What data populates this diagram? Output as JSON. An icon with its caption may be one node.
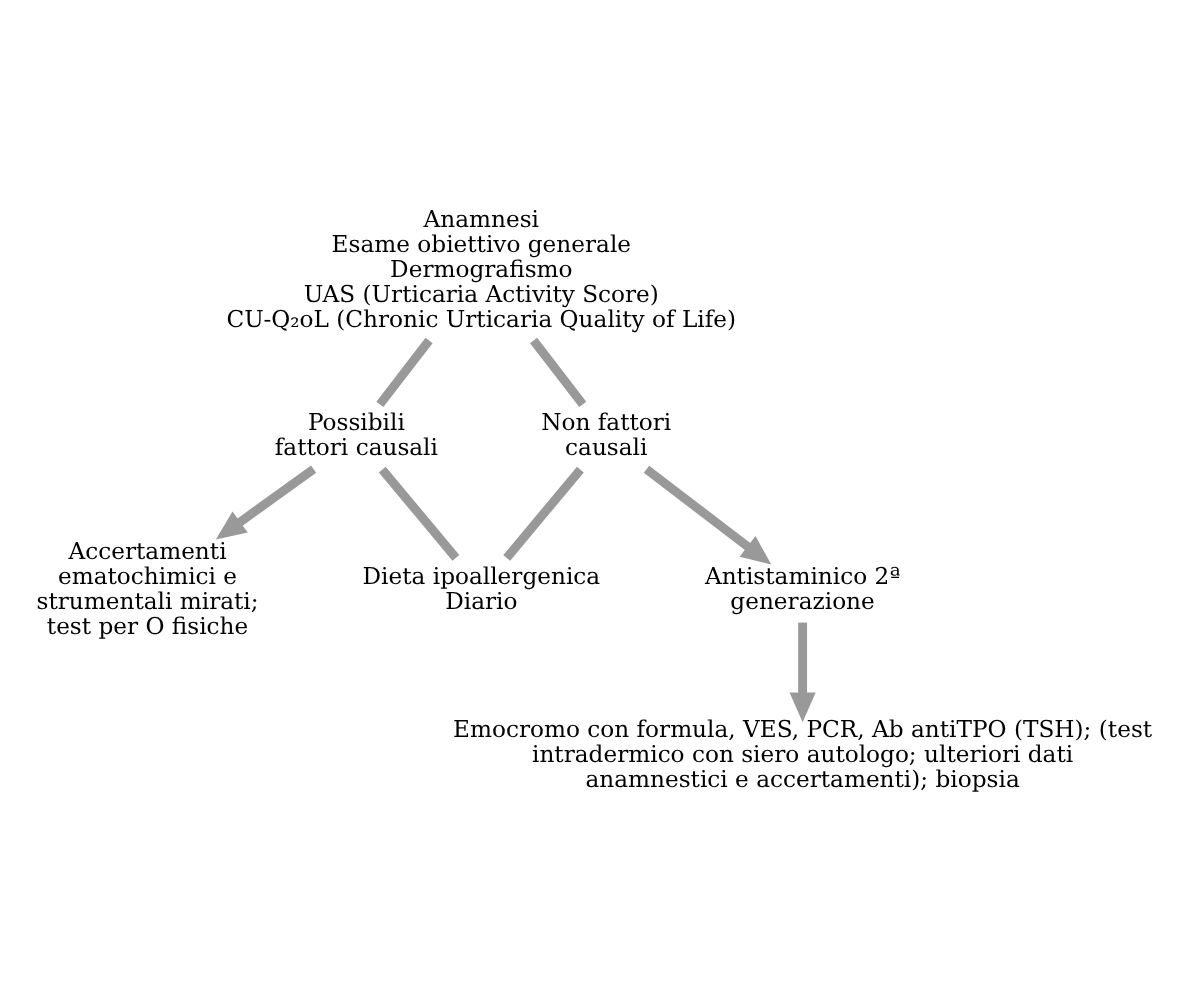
{
  "diagram": {
    "nodes": [
      {
        "text": [
          "Anamnesi",
          "Esame obiettivo generale",
          "Dermografismo",
          "UAS (Urticaria Activity Score)",
          "CU-Q₂oL (Chronic Urticaria Quality of Life)"
        ]
      },
      {
        "text": [
          "Possibili fattori causali"
        ]
      },
      {
        "text": [
          "Non fattori causali"
        ]
      },
      {
        "text": [
          "Dieta ipoallergenica",
          "Diario"
        ]
      },
      {
        "text": [
          "Accertamenti ematochimici e strumentali mirati; test per O fisiche"
        ]
      },
      {
        "text": [
          "Antistaminico 2ª generazione"
        ]
      },
      {
        "text": [
          "Emocromo con formula, VES, PCR, Ab antiTPO (TSH); (test intradermico con siero autologo; ulteriori dati anamnestici e accertamenti); biopsia"
        ]
      }
    ],
    "edges": [
      {
        "from": 0,
        "to": 1,
        "arrow": "none"
      },
      {
        "from": 0,
        "to": 2,
        "arrow": "none"
      },
      {
        "from": 1,
        "to": 3,
        "arrow": "none"
      },
      {
        "from": 2,
        "to": 3,
        "arrow": "none"
      },
      {
        "from": 1,
        "to": 4,
        "arrow": "to"
      },
      {
        "from": 2,
        "to": 5,
        "arrow": "to"
      },
      {
        "from": 5,
        "to": 6,
        "arrow": "to"
      }
    ]
  }
}
